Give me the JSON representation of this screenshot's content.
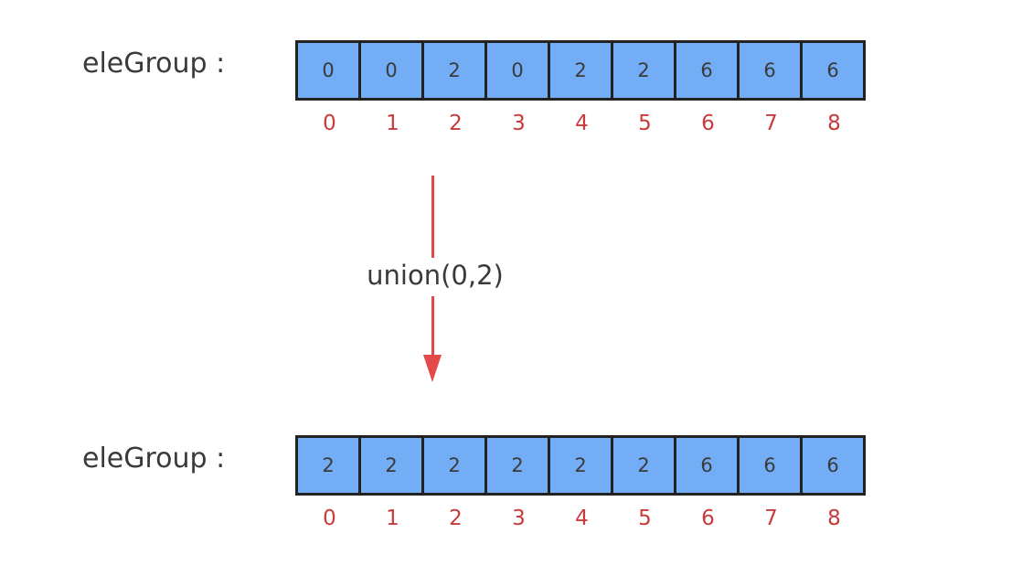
{
  "before": {
    "label": "eleGroup :",
    "values": [
      "0",
      "0",
      "2",
      "0",
      "2",
      "2",
      "6",
      "6",
      "6"
    ],
    "indices": [
      "0",
      "1",
      "2",
      "3",
      "4",
      "5",
      "6",
      "7",
      "8"
    ]
  },
  "operation": {
    "label": "union(0,2)"
  },
  "after": {
    "label": "eleGroup :",
    "values": [
      "2",
      "2",
      "2",
      "2",
      "2",
      "2",
      "6",
      "6",
      "6"
    ],
    "indices": [
      "0",
      "1",
      "2",
      "3",
      "4",
      "5",
      "6",
      "7",
      "8"
    ]
  },
  "colors": {
    "cell_fill": "#73adf5",
    "cell_border": "#222222",
    "index_text": "#c93b3b",
    "arrow": "#e24a4a",
    "label_text": "#3a3a3a"
  }
}
